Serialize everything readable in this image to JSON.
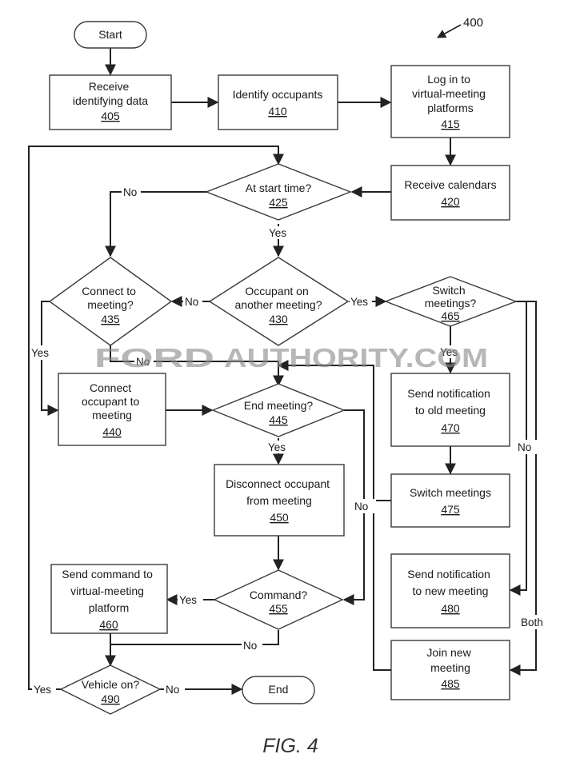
{
  "diagram_ref": "400",
  "figure_caption": "FIG. 4",
  "watermark": {
    "brand": "FORD",
    "site": "AUTHORITY.COM"
  },
  "nodes": {
    "start": {
      "lines": [
        "Start"
      ],
      "num": ""
    },
    "n405": {
      "lines": [
        "Receive",
        "identifying data"
      ],
      "num": "405"
    },
    "n410": {
      "lines": [
        "Identify occupants"
      ],
      "num": "410"
    },
    "n415": {
      "lines": [
        "Log in to",
        "virtual-meeting",
        "platforms"
      ],
      "num": "415"
    },
    "n420": {
      "lines": [
        "Receive calendars"
      ],
      "num": "420"
    },
    "n425": {
      "lines": [
        "At start time?"
      ],
      "num": "425"
    },
    "n430": {
      "lines": [
        "Occupant on",
        "another meeting?"
      ],
      "num": "430"
    },
    "n435": {
      "lines": [
        "Connect to",
        "meeting?"
      ],
      "num": "435"
    },
    "n465": {
      "lines": [
        "Switch",
        "meetings?"
      ],
      "num": "465"
    },
    "n440": {
      "lines": [
        "Connect",
        "occupant to",
        "meeting"
      ],
      "num": "440"
    },
    "n445": {
      "lines": [
        "End meeting?"
      ],
      "num": "445"
    },
    "n470": {
      "lines": [
        "Send notification",
        "to old meeting"
      ],
      "num": "470"
    },
    "n475": {
      "lines": [
        "Switch meetings"
      ],
      "num": "475"
    },
    "n450": {
      "lines": [
        "Disconnect occupant",
        "from meeting"
      ],
      "num": "450"
    },
    "n455": {
      "lines": [
        "Command?"
      ],
      "num": "455"
    },
    "n460": {
      "lines": [
        "Send command to",
        "virtual-meeting",
        "platform"
      ],
      "num": "460"
    },
    "n480": {
      "lines": [
        "Send notification",
        "to new meeting"
      ],
      "num": "480"
    },
    "n485": {
      "lines": [
        "Join new",
        "meeting"
      ],
      "num": "485"
    },
    "n490": {
      "lines": [
        "Vehicle on?"
      ],
      "num": "490"
    },
    "end": {
      "lines": [
        "End"
      ],
      "num": ""
    }
  },
  "edge_labels": {
    "no_425": "No",
    "yes_425": "Yes",
    "no_430": "No",
    "yes_430": "Yes",
    "yes_435": "Yes",
    "no_435": "No",
    "yes_465": "Yes",
    "no_465": "No",
    "both_465": "Both",
    "yes_445": "Yes",
    "no_445": "No",
    "yes_455": "Yes",
    "no_455": "No",
    "yes_490": "Yes",
    "no_490": "No"
  }
}
